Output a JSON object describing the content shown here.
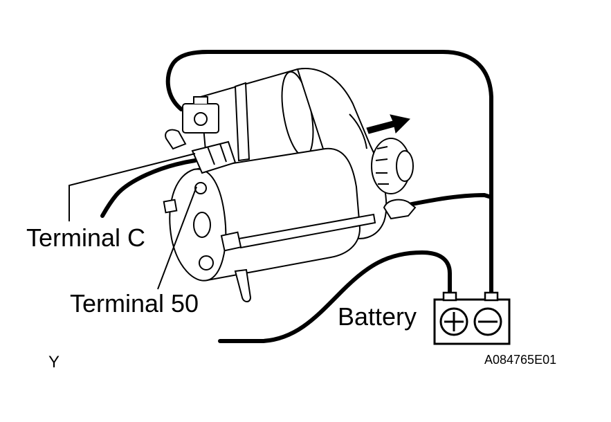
{
  "labels": {
    "terminal_c": "Terminal C",
    "terminal_50": "Terminal 50",
    "battery": "Battery",
    "view_letter": "Y",
    "figure_code": "A084765E01"
  },
  "battery": {
    "positive_symbol": "+",
    "negative_symbol": "−"
  },
  "colors": {
    "line": "#000000",
    "background": "#ffffff"
  },
  "icons": {
    "starter": "starter-motor-drawing",
    "battery": "battery-symbol",
    "direction": "arrow-right-icon"
  }
}
